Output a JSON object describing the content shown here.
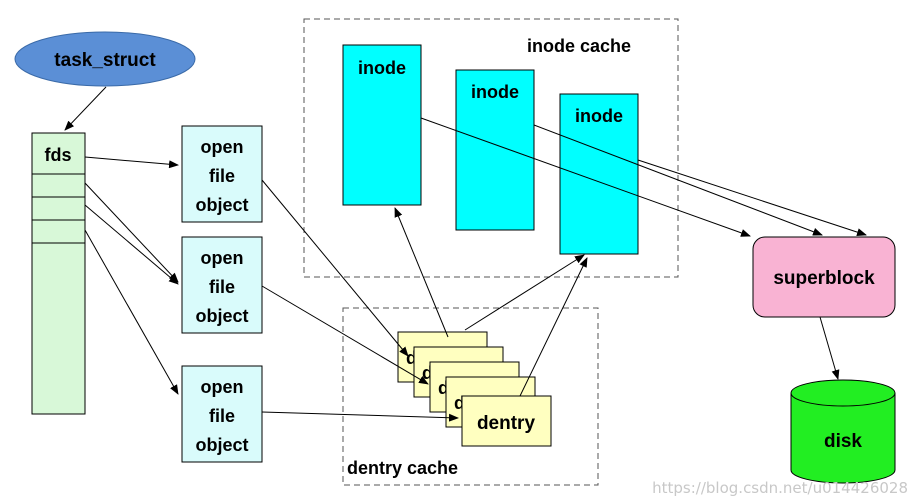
{
  "task_struct": {
    "label": "task_struct",
    "color": "#5b8fd6"
  },
  "fds": {
    "label": "fds",
    "color": "#d8f8d8"
  },
  "open_file_objects": [
    {
      "lines": [
        "open",
        "file",
        "object"
      ]
    },
    {
      "lines": [
        "open",
        "file",
        "object"
      ]
    },
    {
      "lines": [
        "open",
        "file",
        "object"
      ]
    }
  ],
  "open_file_color": "#d9fbfb",
  "inode_cache": {
    "label": "inode cache",
    "items": [
      "inode",
      "inode",
      "inode"
    ],
    "color": "#00ffff"
  },
  "dentry_cache": {
    "label": "dentry cache",
    "front_label": "dentry",
    "color": "#ffffc0"
  },
  "superblock": {
    "label": "superblock",
    "color": "#f9b3d3"
  },
  "disk": {
    "label": "disk",
    "color": "#22ee22"
  },
  "watermark": "https://blog.csdn.net/u014426028"
}
